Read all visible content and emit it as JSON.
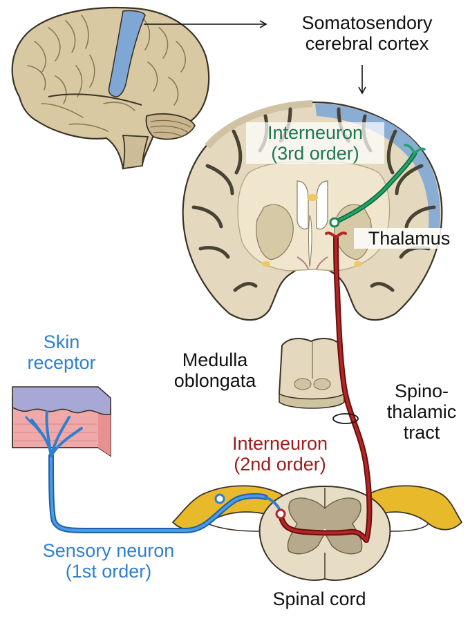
{
  "labels": {
    "cortex_line1": "Somatosendory",
    "cortex_line2": "cerebral cortex",
    "interneuron3_line1": "Interneuron",
    "interneuron3_line2": "(3rd order)",
    "thalamus": "Thalamus",
    "skin_line1": "Skin",
    "skin_line2": "receptor",
    "medulla_line1": "Medulla",
    "medulla_line2": "oblongata",
    "tract_line1": "Spino-",
    "tract_line2": "thalamic",
    "tract_line3": "tract",
    "interneuron2_line1": "Interneuron",
    "interneuron2_line2": "(2nd order)",
    "sensory_line1": "Sensory neuron",
    "sensory_line2": "(1st order)",
    "spinal_cord": "Spinal cord"
  },
  "colors": {
    "first_order": "#2f7fd0",
    "second_order": "#a01b1b",
    "third_order": "#1a8a55",
    "cortex_highlight": "#7fa7d6",
    "brain_tissue": "#e7ddc4",
    "nerve": "#e8b92b",
    "skin": "#f0a9a9"
  }
}
